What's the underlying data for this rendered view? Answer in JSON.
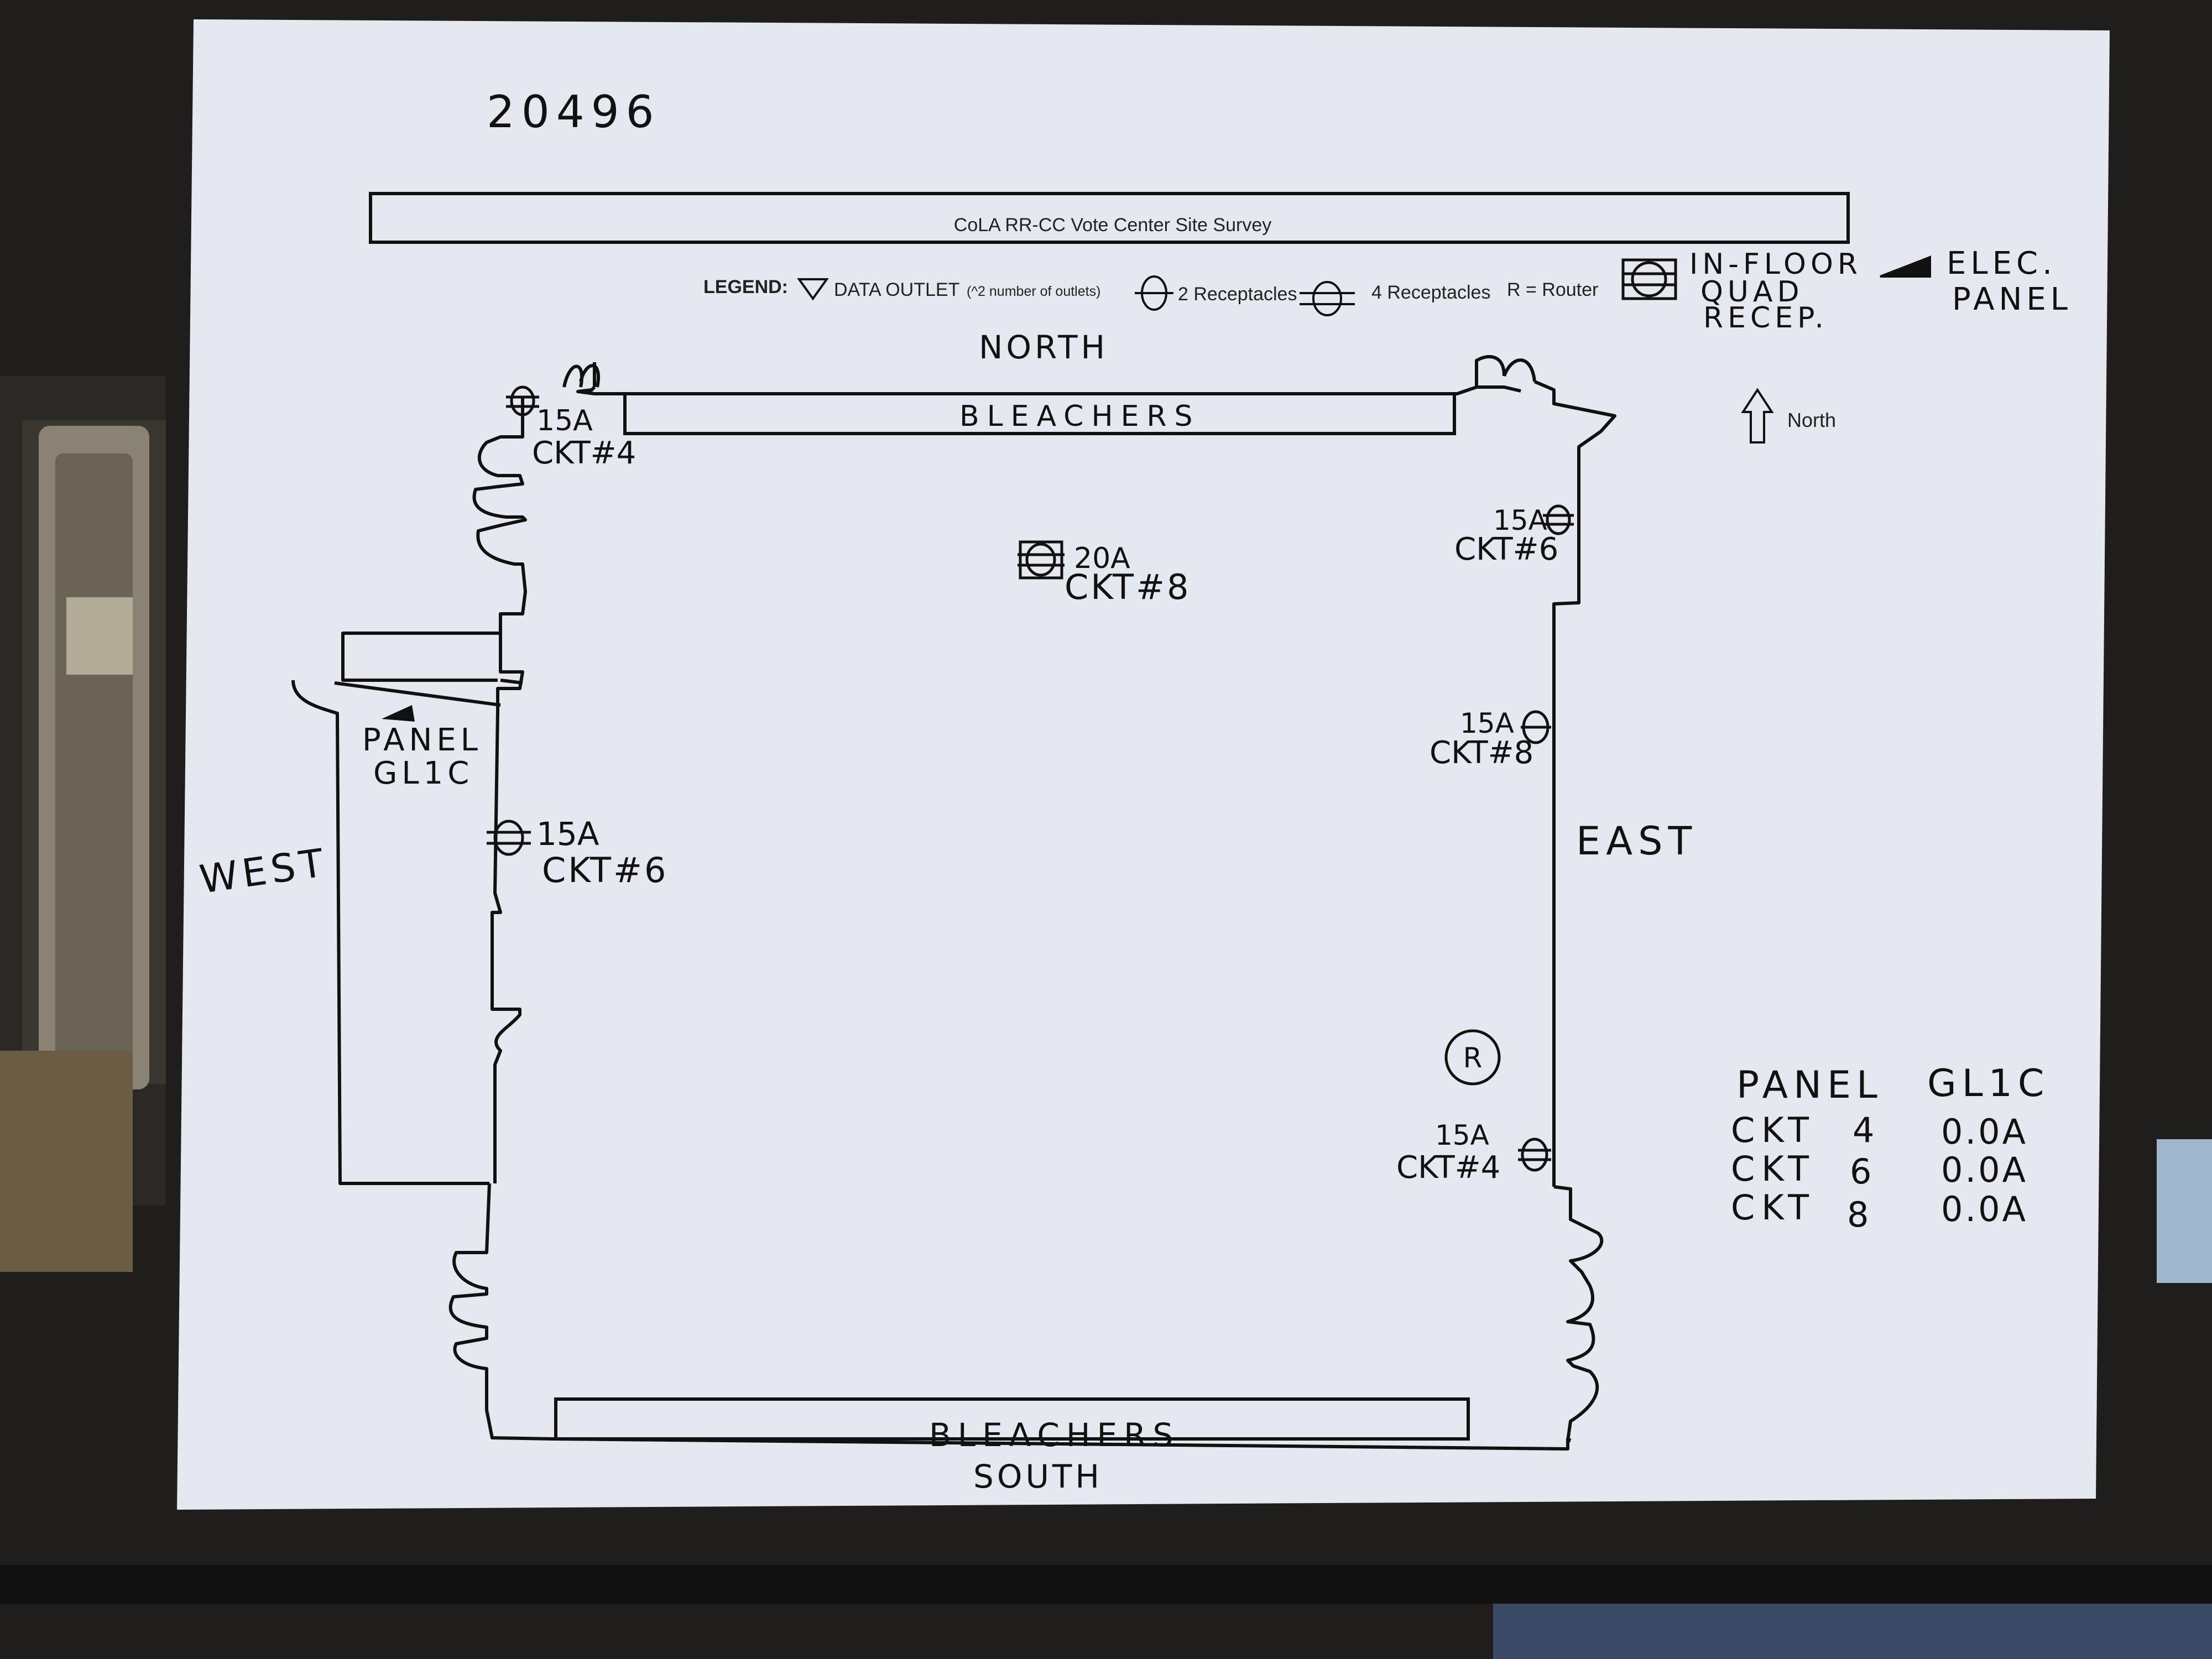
{
  "sheet_number": "20496",
  "form": {
    "title": "CoLA RR-CC Vote Center Site Survey",
    "legend_label": "LEGEND:",
    "legend_data_outlet": "DATA OUTLET",
    "legend_data_outlet_note": "(^2 number of outlets)",
    "legend_2_receptacles": "2 Receptacles",
    "legend_4_receptacles": "4 Receptacles",
    "legend_router": "R = Router",
    "north_arrow_label": "North"
  },
  "handwritten_legend": {
    "in_floor_line1": "IN-FLOOR",
    "in_floor_line2": "QUAD",
    "in_floor_line3": "RECEP.",
    "elec_line1": "ELEC.",
    "elec_line2": "PANEL"
  },
  "directions": {
    "north": "NORTH",
    "south": "SOUTH",
    "east": "EAST",
    "west": "WEST"
  },
  "bleachers": {
    "north": "BLEACHERS",
    "south": "BLEACHERS"
  },
  "panel_room": {
    "line1": "PANEL",
    "line2": "GL1C"
  },
  "outlets": {
    "nw_amp": "15A",
    "nw_ckt": "CKT#4",
    "floor_amp": "20A",
    "floor_ckt": "CKT#8",
    "west_amp": "15A",
    "west_ckt": "CKT#6",
    "ne_amp": "15A",
    "ne_ckt": "CKT#6",
    "east_amp": "15A",
    "east_ckt": "CKT#8",
    "se_amp": "15A",
    "se_ckt": "CKT#4",
    "router": "R"
  },
  "panel_table": {
    "header_left": "PANEL",
    "header_right": "GL1C",
    "rows": [
      {
        "label": "CKT",
        "num": "4",
        "amps": "0.0A"
      },
      {
        "label": "CKT",
        "num": "6",
        "amps": "0.0A"
      },
      {
        "label": "CKT",
        "num": "8",
        "amps": "0.0A"
      }
    ]
  },
  "colors": {
    "paper": "#e6e8f0",
    "ink": "#111111",
    "clipboard": "#1f1e1c"
  }
}
